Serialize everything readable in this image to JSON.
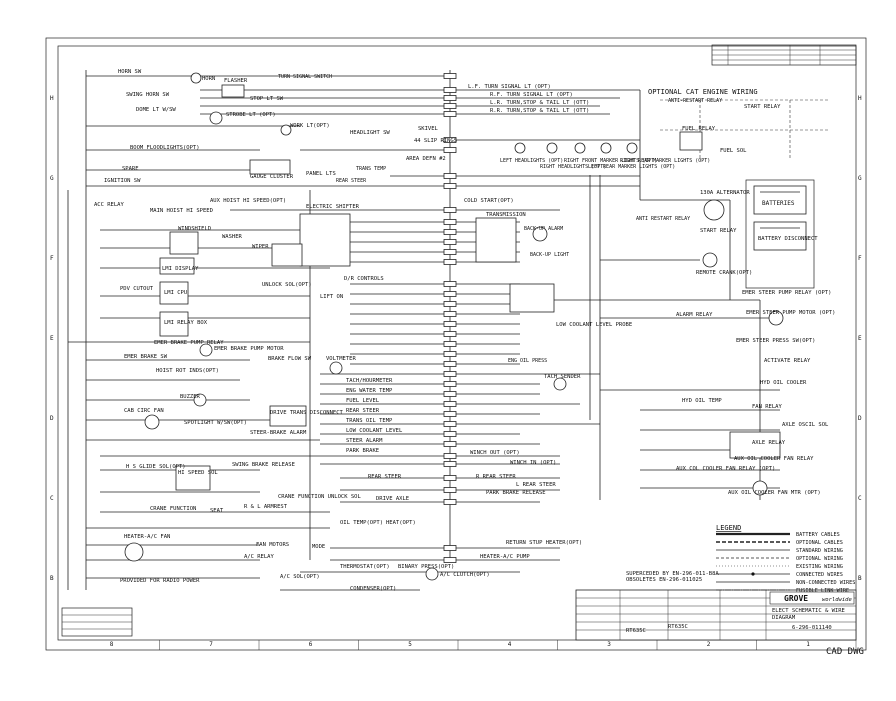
{
  "title_block": {
    "company": "GROVE",
    "company_sub": "worldwide",
    "doc_title_1": "ELECT SCHEMATIC & WIRE",
    "doc_title_2": "DIAGRAM",
    "doc_number": "6-296-011140",
    "model": "RT635C",
    "cad": "CAD DWG"
  },
  "notes": {
    "superseded_1": "SUPERCEDED BY EN-296-011-B8A",
    "superseded_2": "OBSOLETES EN-296-011025"
  },
  "legend": {
    "title": "LEGEND",
    "items": [
      "BATTERY CABLES",
      "OPTIONAL CABLES",
      "STANDARD WIRING",
      "OPTIONAL WIRING",
      "EXISTING WIRING",
      "CONNECTED WIRES",
      "NON-CONNECTED WIRES",
      "FUSIBLE LINK WIRE"
    ]
  },
  "border": {
    "rows": [
      "H",
      "G",
      "F",
      "E",
      "D",
      "C",
      "B"
    ],
    "cols": [
      "8",
      "7",
      "6",
      "5",
      "4",
      "3",
      "2",
      "1"
    ]
  },
  "labels": [
    {
      "id": "horn-sw",
      "text": "HORN SW"
    },
    {
      "id": "horn",
      "text": "HORN"
    },
    {
      "id": "flasher",
      "text": "FLASHER"
    },
    {
      "id": "turn-signal-switch",
      "text": "TURN SIGNAL SWITCH"
    },
    {
      "id": "swing-horn-sw",
      "text": "SWING HORN SW"
    },
    {
      "id": "dome-lt",
      "text": "DOME LT W/SW"
    },
    {
      "id": "stop-lt-sw",
      "text": "STOP LT SW"
    },
    {
      "id": "strobe-lt",
      "text": "STROBE LT (OPT)"
    },
    {
      "id": "work-lt",
      "text": "WORK LT(OPT)"
    },
    {
      "id": "boom-flood",
      "text": "BOOM FLOODLIGHTS(OPT)"
    },
    {
      "id": "spare",
      "text": "SPARE"
    },
    {
      "id": "panel-lts",
      "text": "PANEL LTS"
    },
    {
      "id": "gauge-cluster",
      "text": "GAUGE CLUSTER"
    },
    {
      "id": "rear-steer",
      "text": "REAR STEER"
    },
    {
      "id": "trans-temp",
      "text": "TRANS TEMP"
    },
    {
      "id": "ignition-sw",
      "text": "IGNITION SW"
    },
    {
      "id": "headlight-sw",
      "text": "HEADLIGHT SW"
    },
    {
      "id": "skivel",
      "text": "SKIVEL"
    },
    {
      "id": "slip-rings",
      "text": "44 SLIP RINGS"
    },
    {
      "id": "area-defn",
      "text": "AREA DEFN #2"
    },
    {
      "id": "lr-turn",
      "text": "L.F. TURN SIGNAL LT (OPT)"
    },
    {
      "id": "rf-turn",
      "text": "R.F. TURN SIGNAL LT (OPT)"
    },
    {
      "id": "lr-stop",
      "text": "L.R. TURN,STOP & TAIL LT (OTT)"
    },
    {
      "id": "rr-stop",
      "text": "R.R. TURN,STOP & TAIL LT (OTT)"
    },
    {
      "id": "left-headlights",
      "text": "LEFT HEADLIGHTS (OPT)"
    },
    {
      "id": "right-headlights",
      "text": "RIGHT HEADLIGHTS (OPT)"
    },
    {
      "id": "right-front-marker",
      "text": "RIGHT FRONT MARKER LIGHTS (OPT)"
    },
    {
      "id": "left-rear-marker",
      "text": "LEFT REAR MARKER LIGHTS (OPT)"
    },
    {
      "id": "right-rear-marker",
      "text": "RIGHT REAR MARKER LIGHTS (OPT)"
    },
    {
      "id": "opt-cat",
      "text": "OPTIONAL CAT ENGINE WIRING"
    },
    {
      "id": "anti-restart",
      "text": "ANTI-RESTART RELAY"
    },
    {
      "id": "start-relay",
      "text": "START RELAY"
    },
    {
      "id": "fuel-relay",
      "text": "FUEL RELAY"
    },
    {
      "id": "fuel-sol",
      "text": "FUEL SOL"
    },
    {
      "id": "acc-relay",
      "text": "ACC RELAY"
    },
    {
      "id": "aux-hoist",
      "text": "AUX HOIST HI SPEED(OPT)"
    },
    {
      "id": "main-hoist",
      "text": "MAIN HOIST HI SPEED"
    },
    {
      "id": "windshield",
      "text": "WINDSHIELD"
    },
    {
      "id": "washer",
      "text": "WASHER"
    },
    {
      "id": "wiper",
      "text": "WIPER"
    },
    {
      "id": "electric-shifter",
      "text": "ELECTRIC SHIFTER"
    },
    {
      "id": "cold-start",
      "text": "COLD START(OPT)"
    },
    {
      "id": "transmission",
      "text": "TRANSMISSION"
    },
    {
      "id": "backup-alarm",
      "text": "BACK-UP ALARM"
    },
    {
      "id": "backup-light",
      "text": "BACK-UP LIGHT"
    },
    {
      "id": "alternator",
      "text": "130A ALTERNATOR"
    },
    {
      "id": "batteries",
      "text": "BATTERIES"
    },
    {
      "id": "battery-disconnect",
      "text": "BATTERY DISCONNECT"
    },
    {
      "id": "anti-restart-relay",
      "text": "ANTI RESTART RELAY"
    },
    {
      "id": "start-relay-2",
      "text": "START RELAY"
    },
    {
      "id": "remote-crank",
      "text": "REMOTE CRANK(OPT)"
    },
    {
      "id": "lmi-display",
      "text": "LMI DISPLAY"
    },
    {
      "id": "lmi-cpu",
      "text": "LMI CPU"
    },
    {
      "id": "lmi-relay",
      "text": "LMI RELAY BOX"
    },
    {
      "id": "pdv-cutout",
      "text": "PDV CUTOUT"
    },
    {
      "id": "lift-on",
      "text": "LIFT ON"
    },
    {
      "id": "unlock-sol",
      "text": "UNLOCK SOL(OPT)"
    },
    {
      "id": "diagnostic",
      "text": "D/R CONTROLS"
    },
    {
      "id": "low-coolant",
      "text": "LOW COOLANT LEVEL PROBE"
    },
    {
      "id": "emer-steer-relay",
      "text": "EMER STEER PUMP RELAY (OPT)"
    },
    {
      "id": "emer-steer-motor",
      "text": "EMER STEER PUMP MOTOR (OPT)"
    },
    {
      "id": "alarm-relay",
      "text": "ALARM RELAY"
    },
    {
      "id": "emer-brake-relay",
      "text": "EMER BRAKE PUMP RELAY"
    },
    {
      "id": "emer-brake-motor",
      "text": "EMER BRAKE PUMP MOTOR"
    },
    {
      "id": "emer-brake-sw",
      "text": "EMER BRAKE SW"
    },
    {
      "id": "hoist-rot",
      "text": "HOIST ROT INDS(OPT)"
    },
    {
      "id": "brake-flow-sw",
      "text": "BRAKE FLOW SW"
    },
    {
      "id": "voltmeter",
      "text": "VOLTMETER"
    },
    {
      "id": "end-oil-press",
      "text": "ENG OIL PRESS"
    },
    {
      "id": "tach-sender",
      "text": "TACH SENDER"
    },
    {
      "id": "tach-hourmeter",
      "text": "TACH/HOURMETER"
    },
    {
      "id": "eng-water-temp",
      "text": "ENG WATER TEMP"
    },
    {
      "id": "fuel-level",
      "text": "FUEL LEVEL"
    },
    {
      "id": "rear-steer-2",
      "text": "REAR STEER"
    },
    {
      "id": "trans-oil-temp",
      "text": "TRANS OIL TEMP"
    },
    {
      "id": "low-coolant-level",
      "text": "LOW COOLANT LEVEL"
    },
    {
      "id": "steer-alarm",
      "text": "STEER ALARM"
    },
    {
      "id": "park-brake",
      "text": "PARK BRAKE"
    },
    {
      "id": "buzzer",
      "text": "BUZZER"
    },
    {
      "id": "cab-circ-fan",
      "text": "CAB CIRC FAN"
    },
    {
      "id": "spotlight",
      "text": "SPOTLIGHT W/SW(OPT)"
    },
    {
      "id": "drive-trans",
      "text": "DRIVE TRANS DISCONNECT"
    },
    {
      "id": "steer-brake",
      "text": "STEER-BRAKE ALARM"
    },
    {
      "id": "emer-steer-press",
      "text": "EMER STEER PRESS SW(OPT)"
    },
    {
      "id": "activate-relay",
      "text": "ACTIVATE RELAY"
    },
    {
      "id": "hyd-oil-cooler",
      "text": "HYD OIL COOLER"
    },
    {
      "id": "hyd-oil-temp",
      "text": "HYD OIL TEMP"
    },
    {
      "id": "fan-relay",
      "text": "FAN RELAY"
    },
    {
      "id": "axle-oscil",
      "text": "AXLE OSCIL SOL"
    },
    {
      "id": "axle-relay",
      "text": "AXLE RELAY"
    },
    {
      "id": "aux-oil-cooler",
      "text": "AUX OIL COOLER FAN RELAY"
    },
    {
      "id": "aux-col-cooler",
      "text": "AUX COL COOLER FAN RELAY (OPT)"
    },
    {
      "id": "aux-cooler-motor",
      "text": "AUX OIL COOLER FAN MTR (OPT)"
    },
    {
      "id": "hi-speed",
      "text": "HI SPEED SOL"
    },
    {
      "id": "hs-glide",
      "text": "H S GLIDE SOL(OPT)"
    },
    {
      "id": "swing-brake",
      "text": "SWING BRAKE RELEASE"
    },
    {
      "id": "winch-out",
      "text": "WINCH OUT (OPT)"
    },
    {
      "id": "winch-in",
      "text": "WINCH IN (OPT)"
    },
    {
      "id": "rear-steer-3",
      "text": "REAR STEER"
    },
    {
      "id": "l-rear-steer",
      "text": "L REAR STEER"
    },
    {
      "id": "r-rear-steer",
      "text": "R REAR STEER"
    },
    {
      "id": "park-brake-release",
      "text": "PARK BRAKE RELEASE"
    },
    {
      "id": "drive-axle",
      "text": "DRIVE AXLE"
    },
    {
      "id": "crane-function",
      "text": "CRANE FUNCTION"
    },
    {
      "id": "rl-armrest",
      "text": "R & L ARMREST"
    },
    {
      "id": "crane-unlock",
      "text": "CRANE FUNCTION UNLOCK SOL"
    },
    {
      "id": "seat",
      "text": "SEAT"
    },
    {
      "id": "heater-ac-fan",
      "text": "HEATER-A/C FAN"
    },
    {
      "id": "fan-motors",
      "text": "FAN MOTORS"
    },
    {
      "id": "mode",
      "text": "MODE"
    },
    {
      "id": "oil-temp",
      "text": "OIL TEMP(OPT)"
    },
    {
      "id": "heat-opt",
      "text": "HEAT(OPT)"
    },
    {
      "id": "return-stop",
      "text": "RETURN STUP HEATER(OPT)"
    },
    {
      "id": "heater-ac-pump",
      "text": "HEATER-A/C PUMP"
    },
    {
      "id": "thermostat",
      "text": "THERMOSTAT(OPT)"
    },
    {
      "id": "binary-press",
      "text": "BINARY PRESS(OPT)"
    },
    {
      "id": "ac-clutch",
      "text": "A/C CLUTCH(OPT)"
    },
    {
      "id": "ac-relay",
      "text": "A/C RELAY"
    },
    {
      "id": "ac-sol",
      "text": "A/C SOL(OPT)"
    },
    {
      "id": "condenser",
      "text": "CONDENSER(OPT)"
    },
    {
      "id": "provided",
      "text": "PROVIDED FOR RADIO POWER"
    }
  ]
}
